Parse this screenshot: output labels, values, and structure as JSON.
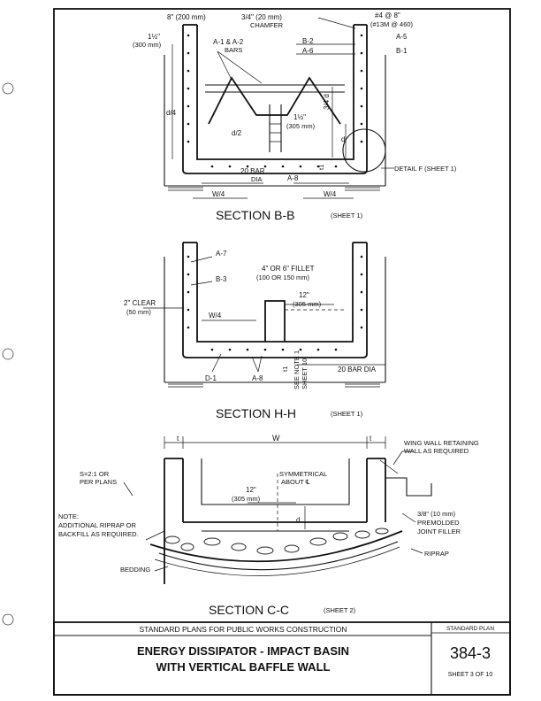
{
  "bb": {
    "title": "SECTION  B-B",
    "ref": "(SHEET 1)",
    "labels": {
      "top_w": "8\" (200 mm)",
      "chamfer1": "3/4\" (20 mm)",
      "chamfer2": "CHAMFER",
      "bar1": "#4 @ 8\"",
      "bar2": "(#13M @ 460)",
      "a5": "A-5",
      "b1": "B-1",
      "b2": "B-2",
      "a6": "A-6",
      "h1": "1½\"",
      "h2": "(300 mm)",
      "a1a": "A-1 & A-2",
      "a1b": "BARS",
      "d4": "d/4",
      "d2": "d/2",
      "c1": "1½\"",
      "c2": "(305 mm)",
      "q34": "3/4 d",
      "d": "d",
      "t1": "t1",
      "bar20a": "20 BAR",
      "bar20b": "DIA",
      "a8": "A-8",
      "w4l": "W/4",
      "w4r": "W/4",
      "detail": "DETAIL F (SHEET 1)"
    }
  },
  "hh": {
    "title": "SECTION  H-H",
    "ref": "(SHEET 1)",
    "labels": {
      "a7": "A-7",
      "b3": "B-3",
      "f1": "4\" OR 6\" FILLET",
      "f2": "(100 OR 150 mm)",
      "c1": "12\"",
      "c2": "(305 mm)",
      "clr1": "2\" CLEAR",
      "clr2": "(50 mm)",
      "w4": "W/4",
      "t1": "t1",
      "see1": "SEE NOTE 1",
      "see2": "SHEET 10",
      "bar20": "20 BAR DIA",
      "d1": "D-1",
      "a8": "A-8"
    }
  },
  "cc": {
    "title": "SECTION  C-C",
    "ref": "(SHEET 2)",
    "labels": {
      "t_l": "t",
      "w": "W",
      "t_r": "t",
      "wing1": "WING WALL RETAINING",
      "wing2": "WALL AS REQUIRED",
      "slope1": "S=2:1 OR",
      "slope2": "PER PLANS",
      "sym1": "SYMMETRICAL",
      "sym2": "ABOUT ℄",
      "c1": "12\"",
      "c2": "(305 mm)",
      "d": "d",
      "note1": "NOTE:",
      "note2": "ADDITIONAL RIPRAP OR",
      "note3": "BACKFILL AS REQUIRED.",
      "jf1": "3/8\" (10 mm)",
      "jf2": "PREMOLDED",
      "jf3": "JOINT FILLER",
      "riprap": "RIPRAP",
      "bedding": "BEDDING"
    }
  },
  "title_block": {
    "header": "STANDARD PLANS FOR PUBLIC WORKS CONSTRUCTION",
    "line1": "ENERGY DISSIPATOR - IMPACT BASIN",
    "line2": "WITH VERTICAL BAFFLE WALL",
    "plan_label": "STANDARD PLAN",
    "plan_no": "384-3",
    "sheet": "SHEET 3 OF 10"
  }
}
